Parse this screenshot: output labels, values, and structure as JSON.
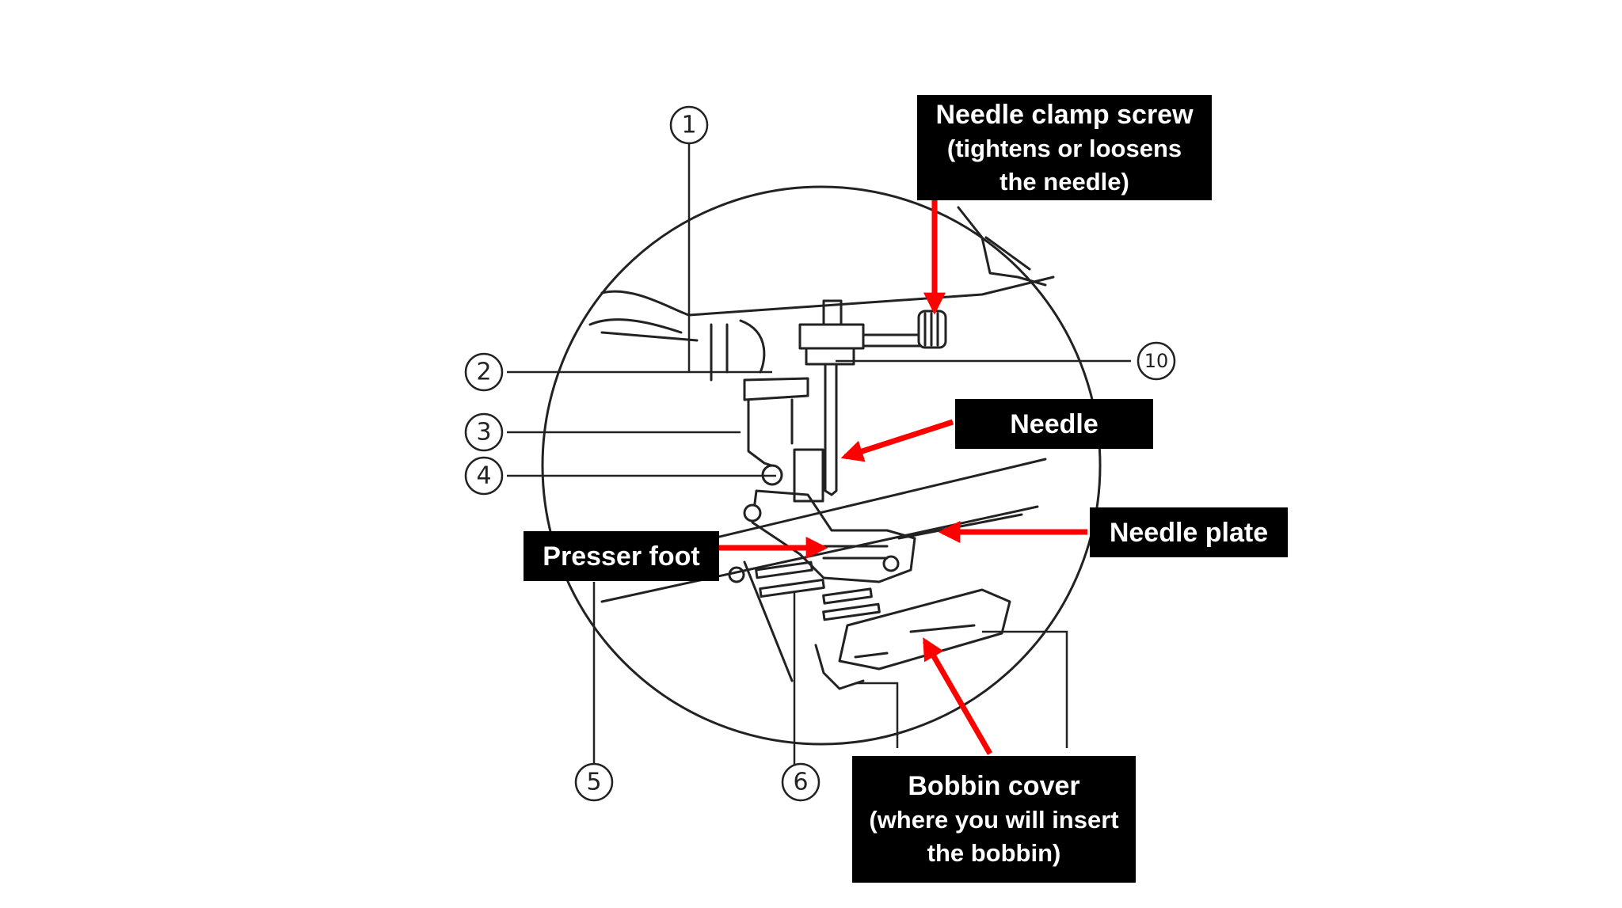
{
  "callouts": {
    "needle_clamp_screw": {
      "title": "Needle clamp screw",
      "line2": "(tightens or loosens",
      "line3": "the needle)"
    },
    "needle": {
      "title": "Needle"
    },
    "needle_plate": {
      "title": "Needle plate"
    },
    "presser_foot": {
      "title": "Presser foot"
    },
    "bobbin_cover": {
      "title": "Bobbin cover",
      "line2": "(where you will insert",
      "line3": "the bobbin)"
    }
  },
  "numbers": {
    "n1": "1",
    "n2": "2",
    "n3": "3",
    "n4": "4",
    "n5": "5",
    "n6": "6",
    "n10": "10"
  },
  "colors": {
    "arrow": "#ff0000",
    "callout_bg": "#000000",
    "callout_text": "#ffffff",
    "line_art": "#222222"
  }
}
